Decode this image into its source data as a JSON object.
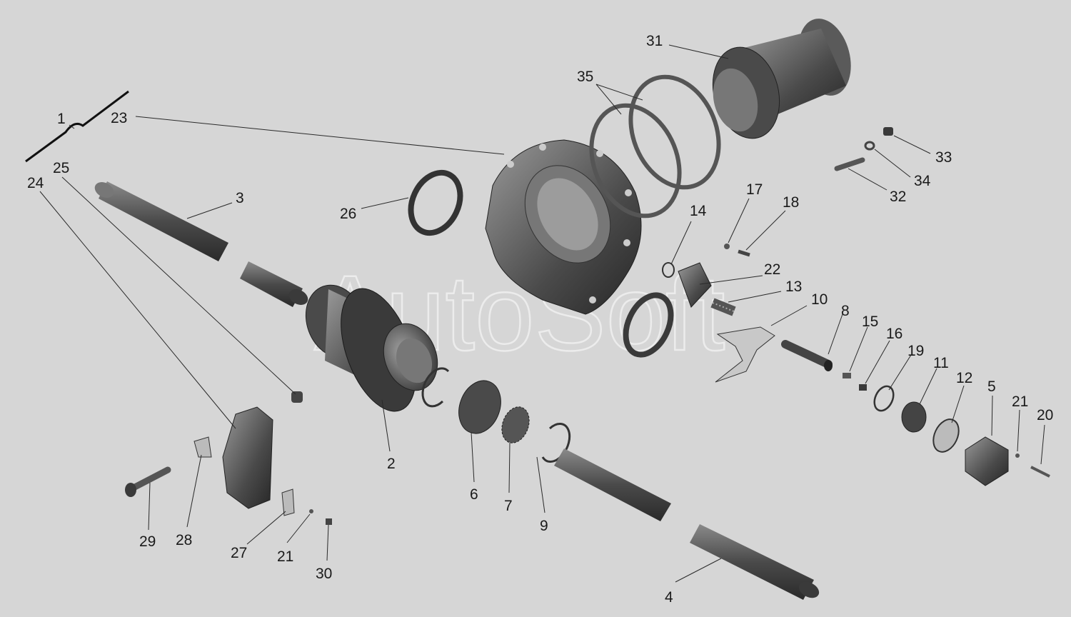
{
  "watermark": "AutoSoft",
  "colors": {
    "background": "#d6d6d6",
    "part_dark": "#2f2f2f",
    "part_mid": "#5a5a5a",
    "part_light": "#8c8c8c",
    "leader": "#2a2a2a"
  },
  "labels": [
    {
      "id": "1",
      "text": "1"
    },
    {
      "id": "2",
      "text": "2"
    },
    {
      "id": "3",
      "text": "3"
    },
    {
      "id": "4",
      "text": "4"
    },
    {
      "id": "5",
      "text": "5"
    },
    {
      "id": "6",
      "text": "6"
    },
    {
      "id": "7",
      "text": "7"
    },
    {
      "id": "8",
      "text": "8"
    },
    {
      "id": "9",
      "text": "9"
    },
    {
      "id": "10",
      "text": "10"
    },
    {
      "id": "11",
      "text": "11"
    },
    {
      "id": "12",
      "text": "12"
    },
    {
      "id": "13",
      "text": "13"
    },
    {
      "id": "14",
      "text": "14"
    },
    {
      "id": "15",
      "text": "15"
    },
    {
      "id": "16",
      "text": "16"
    },
    {
      "id": "17",
      "text": "17"
    },
    {
      "id": "18",
      "text": "18"
    },
    {
      "id": "19",
      "text": "19"
    },
    {
      "id": "20",
      "text": "20"
    },
    {
      "id": "21a",
      "text": "21"
    },
    {
      "id": "21b",
      "text": "21"
    },
    {
      "id": "22",
      "text": "22"
    },
    {
      "id": "23",
      "text": "23"
    },
    {
      "id": "24",
      "text": "24"
    },
    {
      "id": "25",
      "text": "25"
    },
    {
      "id": "26",
      "text": "26"
    },
    {
      "id": "27",
      "text": "27"
    },
    {
      "id": "28",
      "text": "28"
    },
    {
      "id": "29",
      "text": "29"
    },
    {
      "id": "30",
      "text": "30"
    },
    {
      "id": "31",
      "text": "31"
    },
    {
      "id": "32",
      "text": "32"
    },
    {
      "id": "33",
      "text": "33"
    },
    {
      "id": "34",
      "text": "34"
    },
    {
      "id": "35",
      "text": "35"
    }
  ]
}
